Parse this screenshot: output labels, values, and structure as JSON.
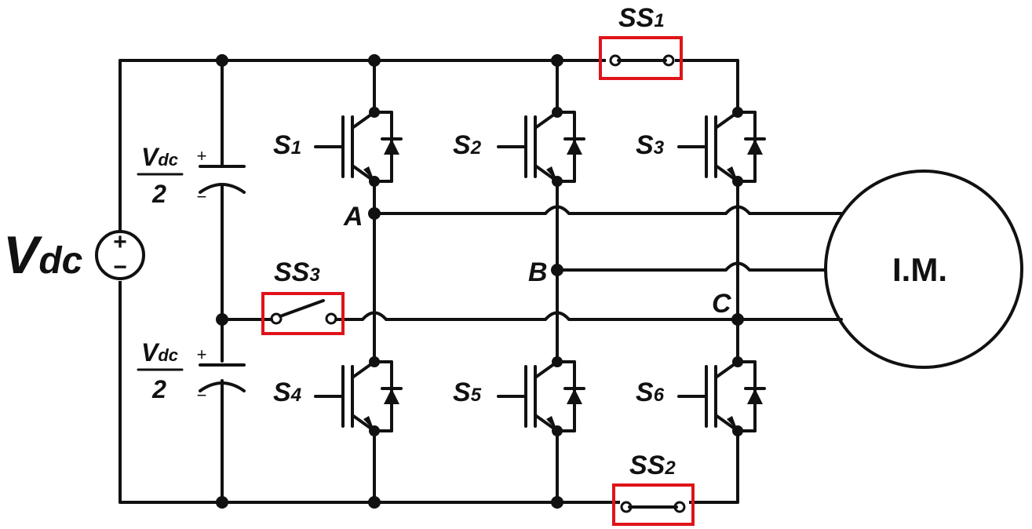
{
  "source": {
    "main": "V",
    "sub": "dc",
    "plus": "+",
    "minus": "−"
  },
  "capacitors": [
    {
      "num": "V",
      "numsub": "dc",
      "den": "2",
      "plus": "+",
      "minus": "−"
    },
    {
      "num": "V",
      "numsub": "dc",
      "den": "2",
      "plus": "+",
      "minus": "−"
    }
  ],
  "switches": [
    {
      "main": "S",
      "sub": "1"
    },
    {
      "main": "S",
      "sub": "2"
    },
    {
      "main": "S",
      "sub": "3"
    },
    {
      "main": "S",
      "sub": "4"
    },
    {
      "main": "S",
      "sub": "5"
    },
    {
      "main": "S",
      "sub": "6"
    }
  ],
  "selector_switches": [
    {
      "main": "SS",
      "sub": "1"
    },
    {
      "main": "SS",
      "sub": "2"
    },
    {
      "main": "SS",
      "sub": "3"
    }
  ],
  "nodes": [
    "A",
    "B",
    "C"
  ],
  "motor": {
    "label": "I.M."
  },
  "colors": {
    "wire": "#111111",
    "highlight": "#e0131a",
    "background": "#ffffff"
  }
}
